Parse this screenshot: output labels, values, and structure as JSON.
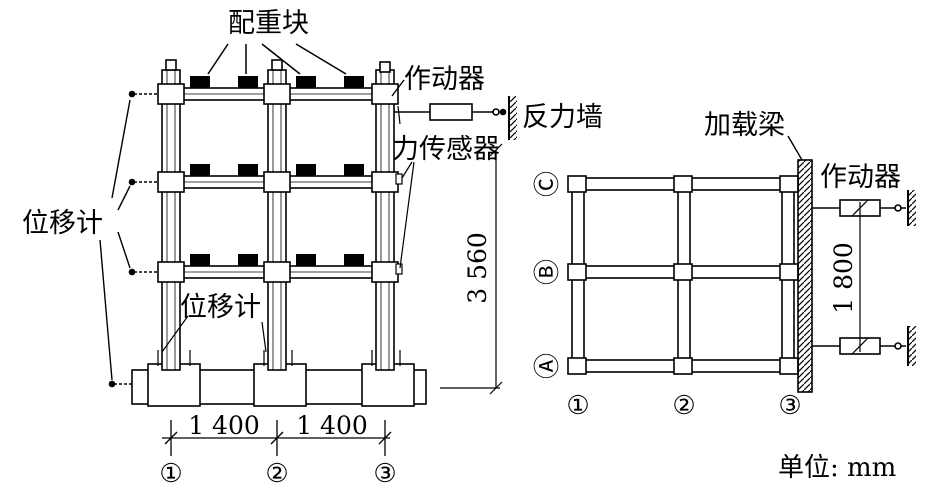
{
  "labels": {
    "counterweight": "配重块",
    "actuator_left": "作动器",
    "reaction_wall": "反力墙",
    "force_sensor": "力传感器",
    "displacement_meter_left": "位移计",
    "displacement_meter_bottom": "位移计",
    "loading_beam": "加载梁",
    "actuator_right": "作动器"
  },
  "dimensions": {
    "height": "3 560",
    "span_left": "1 400",
    "span_right": "1 400",
    "actuator_spacing": "1 800"
  },
  "axes": {
    "elevation": [
      "①",
      "②",
      "③"
    ],
    "plan_x": [
      "①",
      "②",
      "③"
    ],
    "plan_y": [
      "Ⓒ",
      "Ⓑ",
      "Ⓐ"
    ]
  },
  "unit": "单位: mm"
}
